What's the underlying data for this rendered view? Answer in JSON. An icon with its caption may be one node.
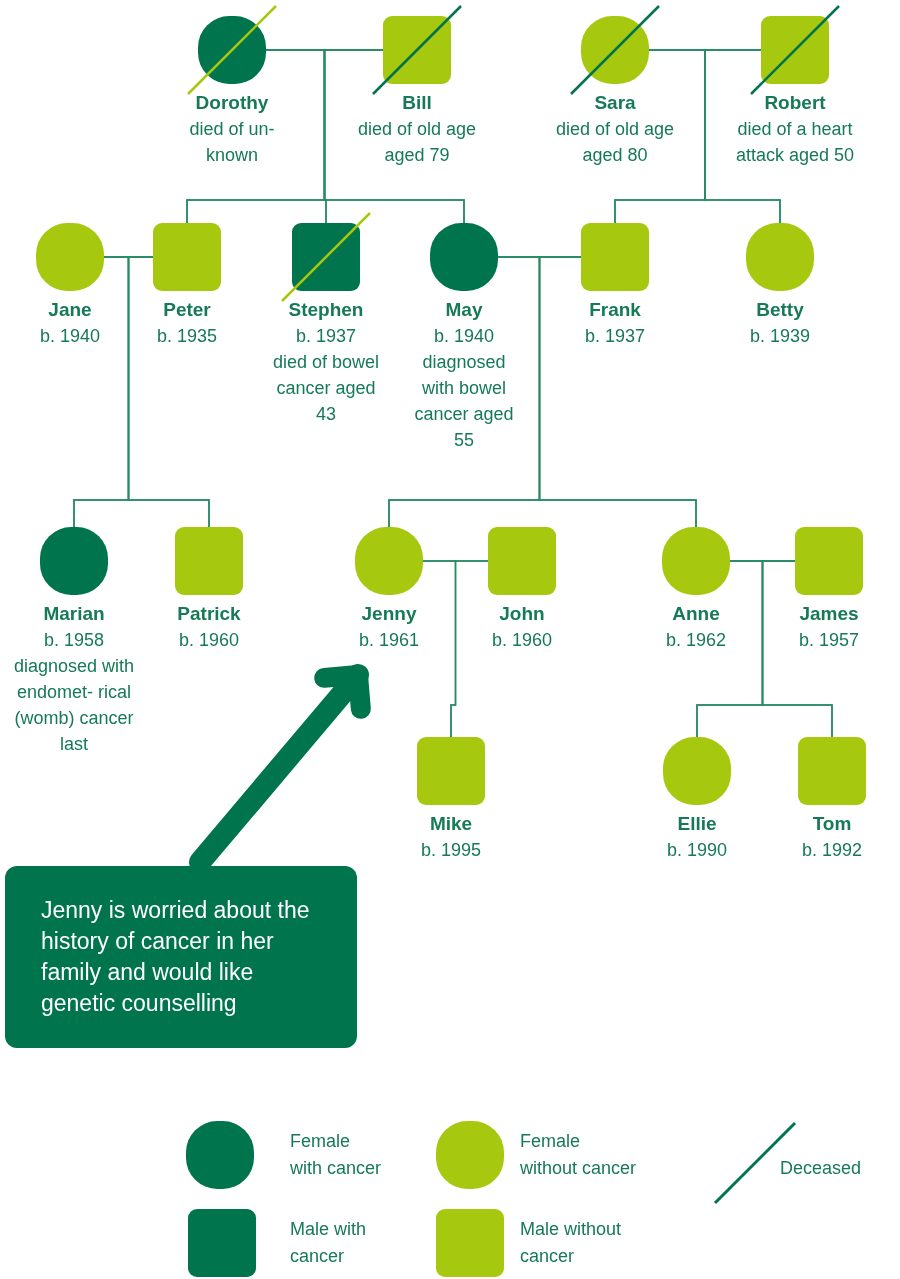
{
  "diagram": {
    "nodes": [
      {
        "text": [
          "Dorothy",
          "died of un- known"
        ]
      },
      {
        "text": [
          "Bill",
          "died of old age aged 79"
        ]
      },
      {
        "text": [
          "Sara",
          "died of old age aged 80"
        ]
      },
      {
        "text": [
          "Robert",
          "died of a heart attack aged 50"
        ]
      },
      {
        "text": [
          "Jane",
          "b. 1940"
        ]
      },
      {
        "text": [
          "Peter",
          "b. 1935"
        ]
      },
      {
        "text": [
          "Stephen",
          "b. 1937",
          "died of bowel cancer aged 43"
        ]
      },
      {
        "text": [
          "May",
          "b. 1940",
          "diagnosed with bowel cancer aged 55"
        ]
      },
      {
        "text": [
          "Frank",
          "b. 1937"
        ]
      },
      {
        "text": [
          "Betty",
          "b. 1939"
        ]
      },
      {
        "text": [
          "Marian",
          "b. 1958",
          "diagnosed with endomet- rical (womb) cancer last"
        ]
      },
      {
        "text": [
          "Patrick",
          "b. 1960"
        ]
      },
      {
        "text": [
          "Jenny",
          "b. 1961"
        ]
      },
      {
        "text": [
          "John",
          "b. 1960"
        ]
      },
      {
        "text": [
          "Anne",
          "b. 1962"
        ]
      },
      {
        "text": [
          "James",
          "b. 1957"
        ]
      },
      {
        "text": [
          "Mike",
          "b. 1995"
        ]
      },
      {
        "text": [
          "Ellie",
          "b. 1990"
        ]
      },
      {
        "text": [
          "Tom",
          "b. 1992"
        ]
      },
      {
        "text": [
          "Jenny is worried about the history of cancer in her family and would like genetic counselling"
        ]
      }
    ],
    "edges": [
      {
        "from": 0,
        "to": 1,
        "arrow": "none"
      },
      {
        "from": 2,
        "to": 3,
        "arrow": "none"
      },
      {
        "from": 0,
        "to": 5,
        "arrow": "none"
      },
      {
        "from": 1,
        "to": 5,
        "arrow": "none"
      },
      {
        "from": 0,
        "to": 6,
        "arrow": "none"
      },
      {
        "from": 1,
        "to": 6,
        "arrow": "none"
      },
      {
        "from": 0,
        "to": 7,
        "arrow": "none"
      },
      {
        "from": 1,
        "to": 7,
        "arrow": "none"
      },
      {
        "from": 2,
        "to": 8,
        "arrow": "none"
      },
      {
        "from": 3,
        "to": 8,
        "arrow": "none"
      },
      {
        "from": 2,
        "to": 9,
        "arrow": "none"
      },
      {
        "from": 3,
        "to": 9,
        "arrow": "none"
      },
      {
        "from": 4,
        "to": 5,
        "arrow": "none"
      },
      {
        "from": 7,
        "to": 8,
        "arrow": "none"
      },
      {
        "from": 4,
        "to": 10,
        "arrow": "none"
      },
      {
        "from": 5,
        "to": 10,
        "arrow": "none"
      },
      {
        "from": 4,
        "to": 11,
        "arrow": "none"
      },
      {
        "from": 5,
        "to": 11,
        "arrow": "none"
      },
      {
        "from": 7,
        "to": 12,
        "arrow": "none"
      },
      {
        "from": 8,
        "to": 12,
        "arrow": "none"
      },
      {
        "from": 7,
        "to": 14,
        "arrow": "none"
      },
      {
        "from": 8,
        "to": 14,
        "arrow": "none"
      },
      {
        "from": 12,
        "to": 13,
        "arrow": "none"
      },
      {
        "from": 14,
        "to": 15,
        "arrow": "none"
      },
      {
        "from": 12,
        "to": 16,
        "arrow": "none"
      },
      {
        "from": 13,
        "to": 16,
        "arrow": "none"
      },
      {
        "from": 14,
        "to": 17,
        "arrow": "none"
      },
      {
        "from": 15,
        "to": 17,
        "arrow": "none"
      },
      {
        "from": 14,
        "to": 18,
        "arrow": "none"
      },
      {
        "from": 15,
        "to": 18,
        "arrow": "none"
      },
      {
        "from": 19,
        "to": 12,
        "arrow": "to",
        "style": "thick"
      }
    ],
    "legend": [
      {
        "text": "Female with cancer"
      },
      {
        "text": "Female without cancer"
      },
      {
        "text": "Deceased"
      },
      {
        "text": "Male with cancer"
      },
      {
        "text": "Male without cancer"
      }
    ]
  }
}
